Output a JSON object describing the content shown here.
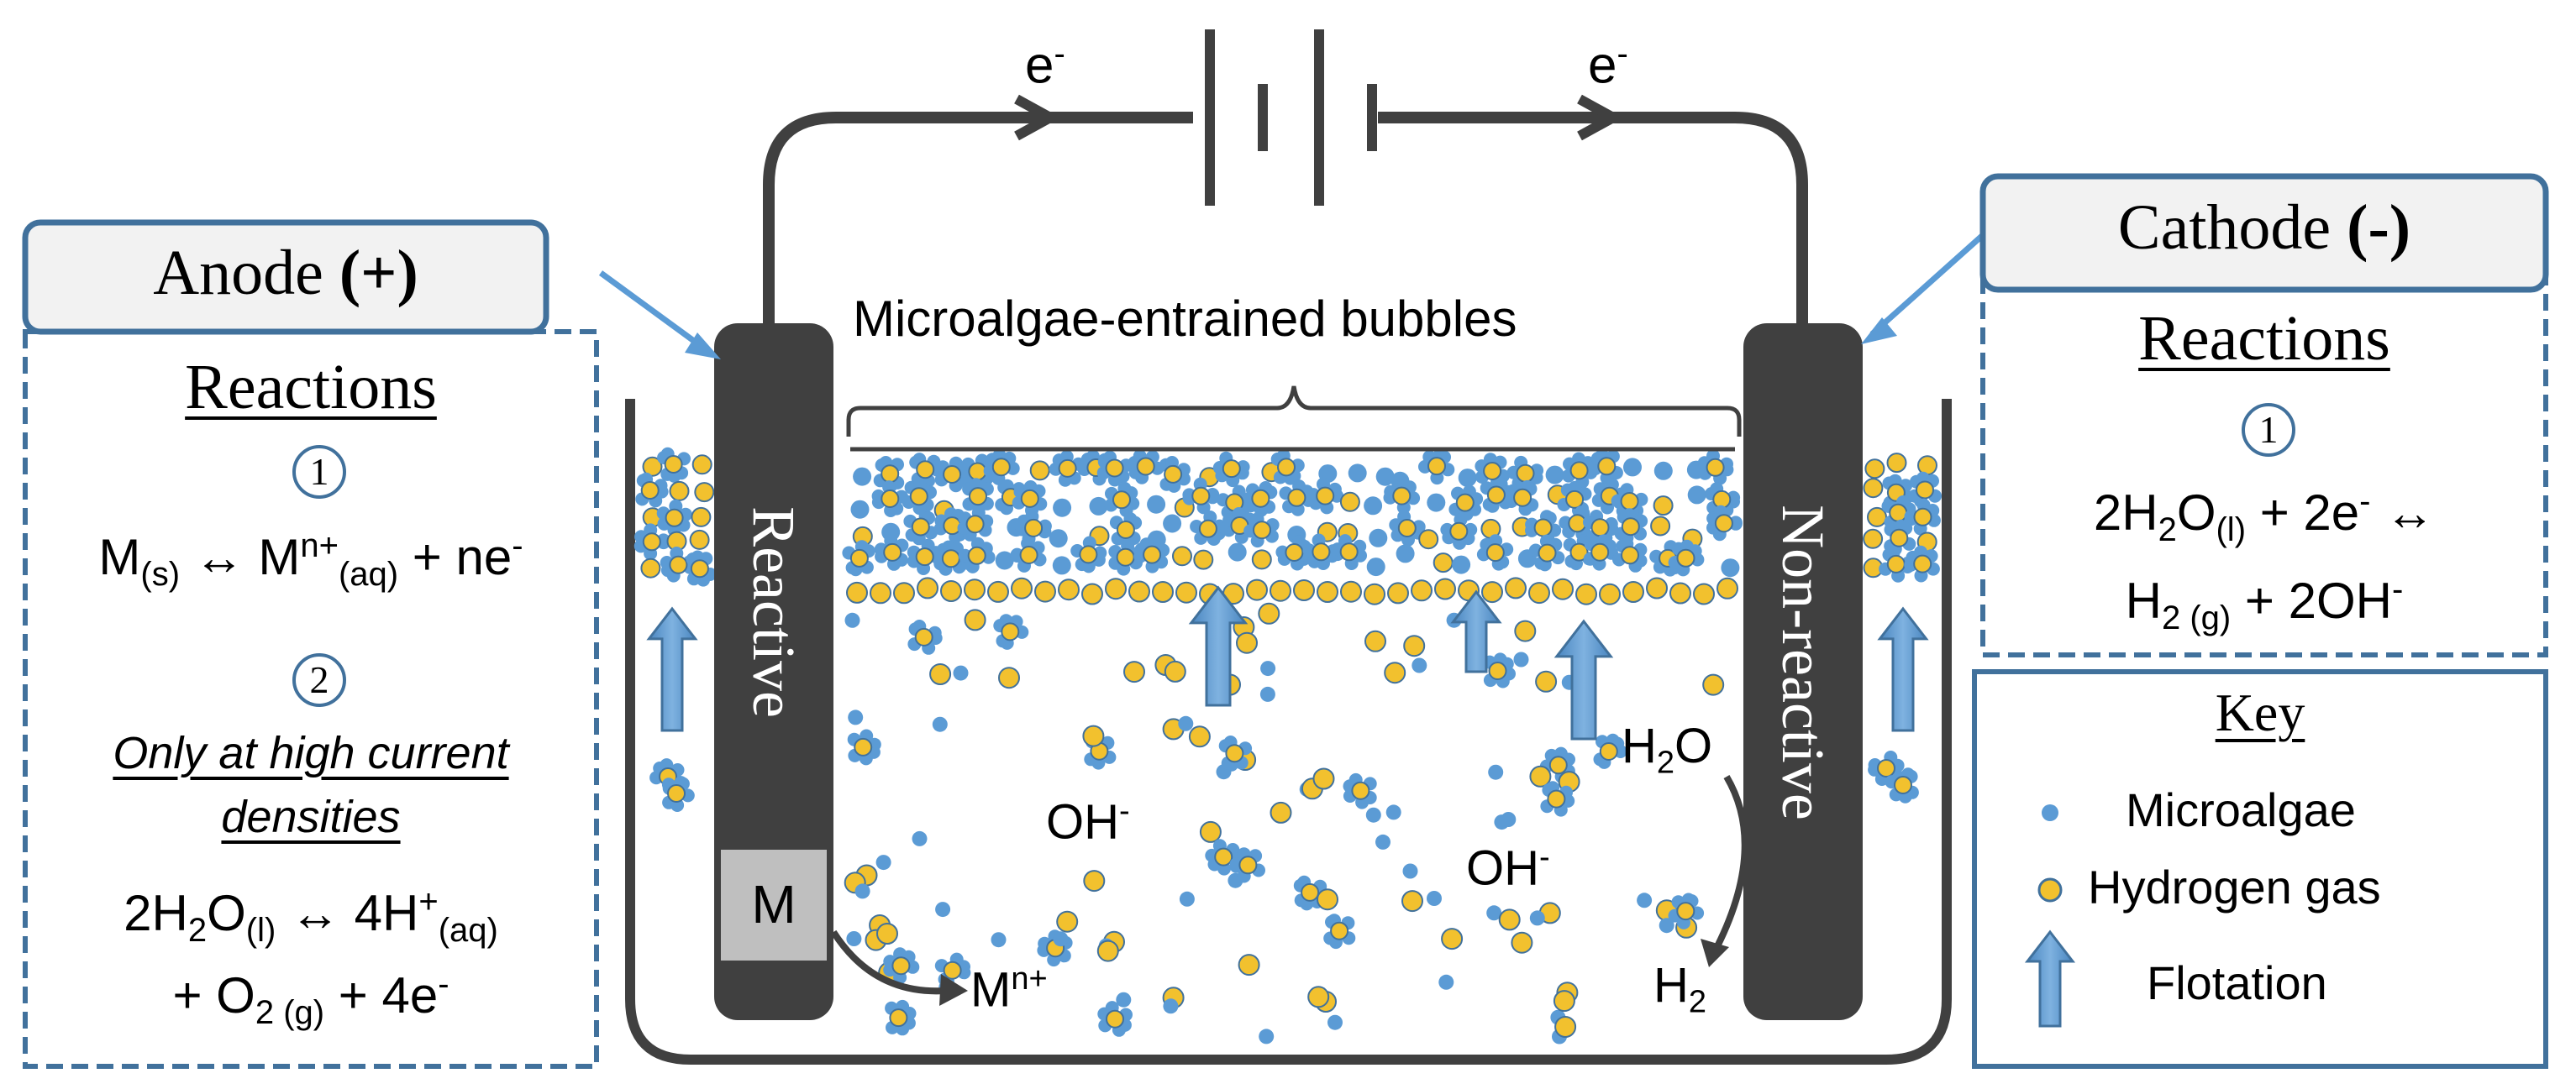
{
  "electrons": {
    "left": "e",
    "right": "e",
    "sup": "-"
  },
  "bubbles_label": "Microalgae-entrained bubbles",
  "anode": {
    "title": "Anode",
    "sign": "(+)",
    "reactions_heading": "Reactions",
    "reaction1_number": "1",
    "reaction1": {
      "a": "M",
      "a_sub": "(s)",
      "arrow": "↔",
      "b": "M",
      "b_sup": "n+",
      "b_sub": "(aq)",
      "c": "+ ne",
      "c_sup": "-"
    },
    "reaction2_number": "2",
    "reaction2_note": {
      "line1": "Only at high current",
      "line2": "densities"
    },
    "reaction2": {
      "a": "2H",
      "a_sub1": "2",
      "a2": "O",
      "a_sub2": "(l)",
      "arrow": "↔",
      "b": "4H",
      "b_sup": "+",
      "b_sub": "(aq)",
      "c": "+ O",
      "c_sub": "2 (g)",
      "d": "+ 4e",
      "d_sup": "-"
    }
  },
  "cathode": {
    "title": "Cathode",
    "sign": "(-)",
    "reactions_heading": "Reactions",
    "reaction1_number": "1",
    "reaction1": {
      "a": "2H",
      "a_sub1": "2",
      "a2": "O",
      "a_sub2": "(l)",
      "b": "+ 2e",
      "b_sup": "-",
      "arrow": "↔",
      "c": "H",
      "c_sub": "2 (g)",
      "d": "+ 2OH",
      "d_sup": "-"
    }
  },
  "electrode_left": {
    "label": "Reactive",
    "metal": "M"
  },
  "electrode_right": {
    "label": "Non-reactive"
  },
  "solution": {
    "oh1": "OH",
    "oh2": "OH",
    "oh_sup": "-",
    "h2o": {
      "a": "H",
      "sub": "2",
      "b": "O"
    },
    "h2": {
      "a": "H",
      "sub": "2"
    },
    "mn": {
      "a": "M",
      "sup": "n+"
    }
  },
  "key": {
    "title": "Key",
    "items": [
      {
        "label": "Microalgae",
        "icon": "microalgae-dot-icon"
      },
      {
        "label": "Hydrogen gas",
        "icon": "hydrogen-bubble-icon"
      },
      {
        "label": "Flotation",
        "icon": "flotation-arrow-icon"
      }
    ]
  },
  "colors": {
    "microalgae": "#5b9bd5",
    "hydrogen": "#f2c12e",
    "arrow_blue": "#5b9bd5",
    "panel_border": "#41719c",
    "electrode": "#404040",
    "wire": "#404040",
    "header_fill": "#f2f2f2",
    "metal_block": "#bfbfbf"
  }
}
